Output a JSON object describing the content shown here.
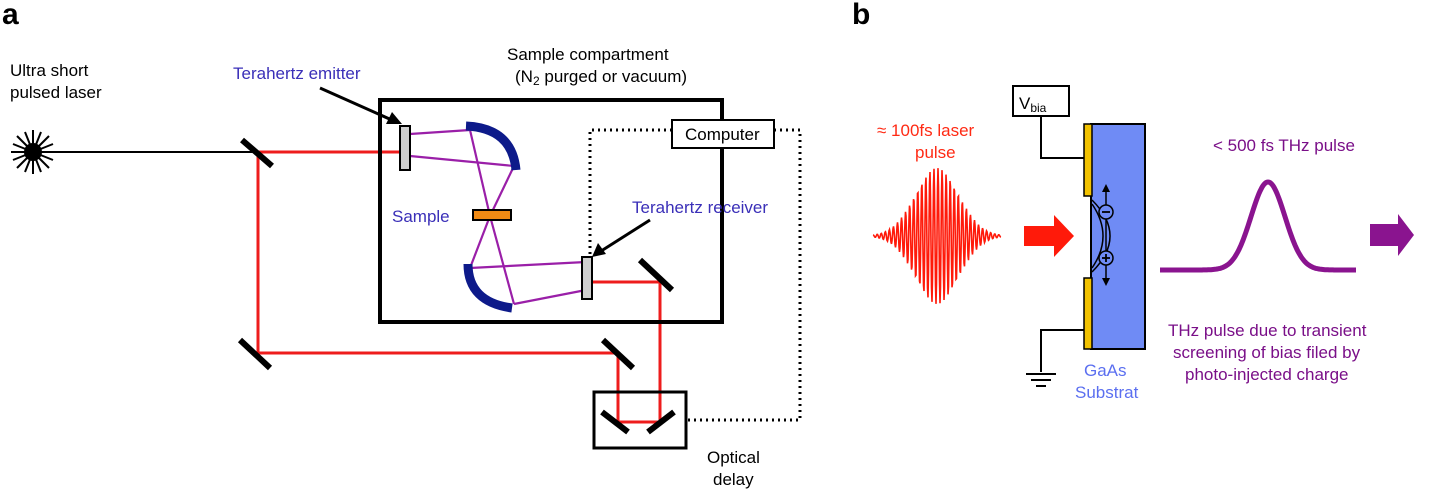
{
  "panels": {
    "a": "a",
    "b": "b"
  },
  "panel_a": {
    "laser_label_line1": "Ultra short",
    "laser_label_line2": "pulsed laser",
    "emitter_label": "Terahertz emitter",
    "compartment_label_line1": "Sample compartment",
    "compartment_label_line2_pre": "(N",
    "compartment_label_line2_sub": "2",
    "compartment_label_line2_post": " purged or vacuum)",
    "computer_label": "Computer",
    "sample_label": "Sample",
    "receiver_label": "Terahertz receiver",
    "delay_label_line1": "Optical",
    "delay_label_line2": "delay"
  },
  "panel_b": {
    "laser_pulse_line1": "≈ 100fs laser",
    "laser_pulse_line2": "pulse",
    "vbias_main": "V",
    "vbias_sub": "bia",
    "substrate_line1": "GaAs",
    "substrate_line2": "Substrat",
    "thz_pulse_label": "< 500 fs THz pulse",
    "explanation_line1": "THz pulse due to transient",
    "explanation_line2": "screening of bias filed by",
    "explanation_line3": "photo-injected charge"
  },
  "colors": {
    "laser_beam": "#ee1c1c",
    "thz_path": "#9a1fa8",
    "mirror_dark_blue": "#0d1a8a",
    "sample": "#f08a14",
    "gaas_fill": "#6f8bf5",
    "electrode": "#f2c200",
    "label_blue": "#3a2fb8",
    "label_red": "#ff2a14",
    "label_purple": "#7a0f88"
  }
}
